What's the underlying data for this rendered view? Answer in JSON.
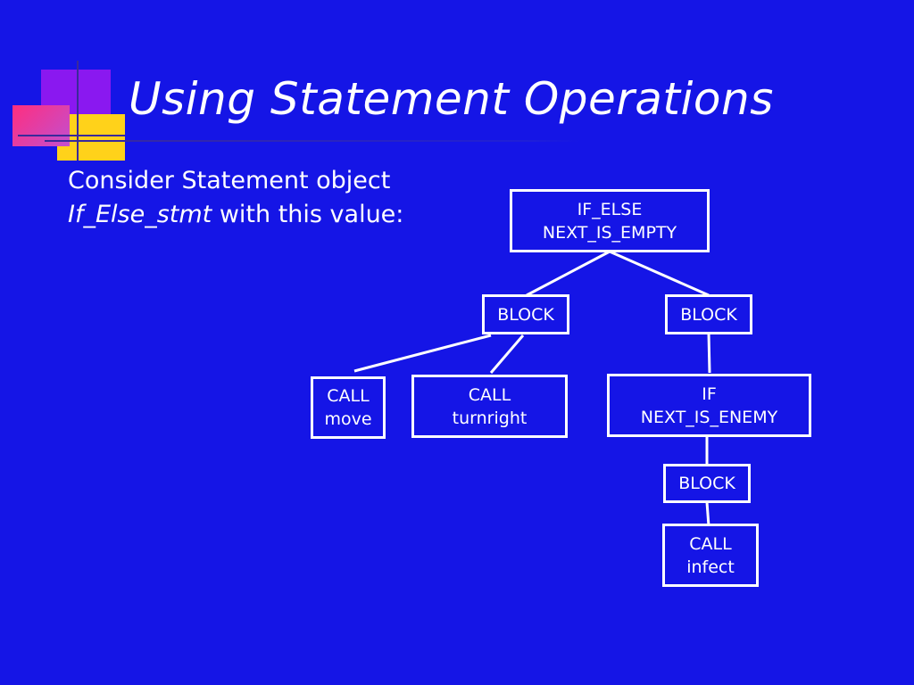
{
  "slide": {
    "title": "Using Statement Operations",
    "intro_line1": "Consider Statement object",
    "intro_var": "If_Else_stmt",
    "intro_rest": " with this value:"
  },
  "tree": {
    "root": {
      "kind": "IF_ELSE",
      "condition": "NEXT_IS_EMPTY"
    },
    "then_block": {
      "label": "BLOCK"
    },
    "else_block": {
      "label": "BLOCK"
    },
    "call_move": {
      "kind": "CALL",
      "name": "move"
    },
    "call_turnright": {
      "kind": "CALL",
      "name": "turnright"
    },
    "if_node": {
      "kind": "IF",
      "condition": "NEXT_IS_ENEMY"
    },
    "inner_block": {
      "label": "BLOCK"
    },
    "call_infect": {
      "kind": "CALL",
      "name": "infect"
    }
  },
  "colors": {
    "background": "#1515e6",
    "foreground": "#ffffff",
    "deco_purple": "#8a18f0",
    "deco_pink": "#e8338c",
    "deco_yellow": "#ffd21a"
  }
}
